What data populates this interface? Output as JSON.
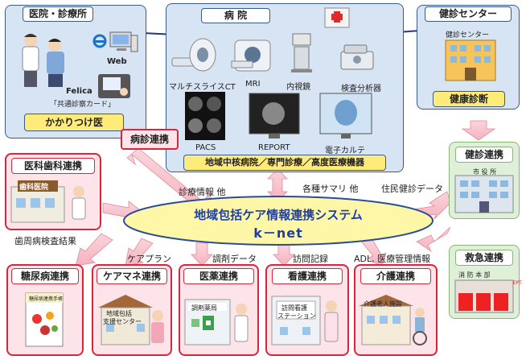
{
  "clinic": {
    "title": "医院・診療所",
    "web_label": "Web",
    "felica_label": "Felica",
    "card_label": "「共通診察カード」",
    "footer": "かかりつけ医"
  },
  "hospital": {
    "title": "病 院",
    "ct": "マルチスライスCT",
    "mri": "MRI",
    "endoscope": "内視鏡",
    "analyzer": "検査分析器",
    "pacs": "PACS",
    "report": "REPORT",
    "ekarte": "電子カルテ",
    "footer": "地域中核病院／専門診療／高度医療機器"
  },
  "checkup": {
    "title": "健診センター",
    "sign": "健診センター",
    "footer": "健康診断"
  },
  "links": {
    "byoshin": "病診連携",
    "dental": "医科歯科連携",
    "dental_sign": "歯科医院",
    "kenko": "健診連携",
    "city_office": "市 役 所",
    "kyukyu": "救急連携",
    "fire_dept": "消 防 本 部",
    "fire_dept_en": "FIRE DEPT.",
    "diabetes": "糖尿病連携",
    "diabetes_sign": "糖尿病連携手帳",
    "caremane": "ケアマネ連携",
    "caremane_sign1": "地域包括",
    "caremane_sign2": "支援センター",
    "pharmacy": "医薬連携",
    "pharmacy_sign": "調剤薬局",
    "nursing": "看護連携",
    "nursing_sign1": "訪問看護",
    "nursing_sign2": "ステーション",
    "kaigo": "介護連携",
    "kaigo_sign": "介護老人施設"
  },
  "center": {
    "title": "地域包括ケア情報連携システム",
    "subtitle": "k－net"
  },
  "flows": {
    "shinryo": "診療情報 他",
    "kakushu": "各種サマリ 他",
    "jumin": "住民健診データ",
    "perio": "歯周病検査結果",
    "careplan": "ケアプラン",
    "chozai": "調剤データ",
    "homon": "訪問記録",
    "adl": "ADL, 医療管理情報"
  },
  "colors": {
    "panel_blue": "#d6e4f3",
    "panel_border": "#3a5a8a",
    "pink": "#fde4e8",
    "red": "#d9263f",
    "yellow": "#ffeb7a",
    "green": "#dff0d8",
    "center_text": "#1f3fa0"
  }
}
